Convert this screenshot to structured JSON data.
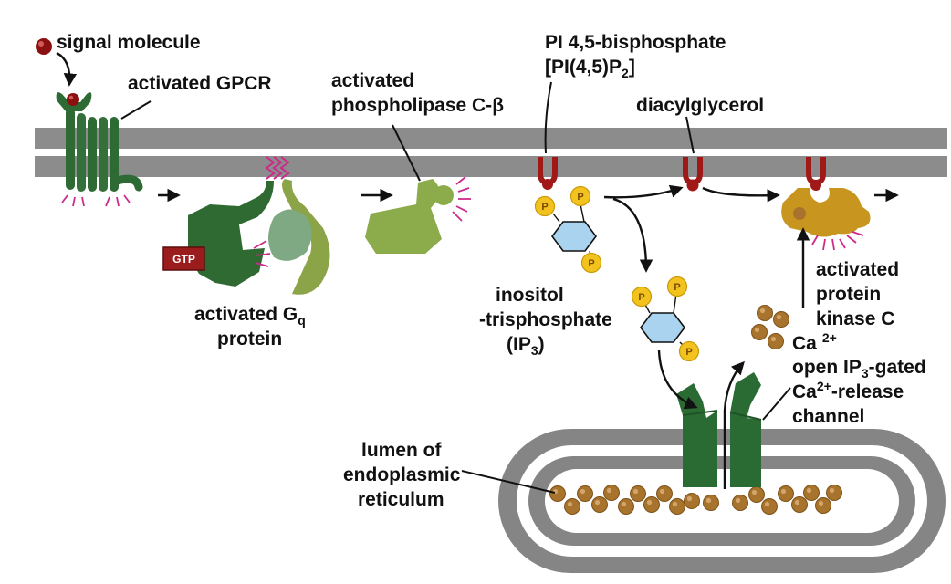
{
  "labels": {
    "signal_molecule": "signal molecule",
    "activated_gpcr": "activated GPCR",
    "plc_line1": "activated",
    "plc_line2": "phospholipase C-",
    "plc_beta": "β",
    "pip2_line1": "PI 4,5-bisphosphate",
    "pip2_line2_a": "[PI(4,5)P",
    "pip2_line2_sub": "2",
    "pip2_line2_b": "]",
    "dag": "diacylglycerol",
    "gq_line1_a": "activated G",
    "gq_line1_sub": "q",
    "gq_line2": "protein",
    "gtp": "GTP",
    "ip3_line1": "inositol",
    "ip3_line2": "-trisphosphate",
    "ip3_line3_a": "(IP",
    "ip3_line3_sub": "3",
    "ip3_line3_b": ")",
    "pkc_line1": "activated",
    "pkc_line2": "protein",
    "pkc_line3": "kinase C",
    "ca_a": "Ca",
    "ca_sup": "2+",
    "chan_line1_a": "open IP",
    "chan_line1_sub": "3",
    "chan_line1_b": "-gated",
    "chan_line2_a": "Ca",
    "chan_line2_sup": "2+",
    "chan_line2_b": "-release",
    "chan_line3": "channel",
    "er_line1": "lumen of",
    "er_line2": "endoplasmic",
    "er_line3": "reticulum",
    "phosphate": "P"
  },
  "colors": {
    "membrane": "#8c8c8c",
    "gpcr": "#2e6b34",
    "gq": "#2f6a33",
    "gq_light": "#7fa982",
    "plc": "#8cab4a",
    "pkc": "#c8961e",
    "signal": "#8b1010",
    "lipid_head": "#a01818",
    "phosphate": "#f2c21f",
    "inositol": "#a9d3ee",
    "calcium": "#a8732c",
    "channel": "#2a6b33",
    "er": "#858585",
    "gtp_box": "#9a1c1c",
    "activation": "#cc2a8a"
  },
  "icons": [
    "signal-molecule-icon",
    "gpcr-icon",
    "gq-protein-icon",
    "plc-icon",
    "pip2-icon",
    "dag-icon",
    "pkc-icon",
    "ip3-icon",
    "calcium-ion-icon",
    "ca-channel-icon",
    "er-icon"
  ]
}
